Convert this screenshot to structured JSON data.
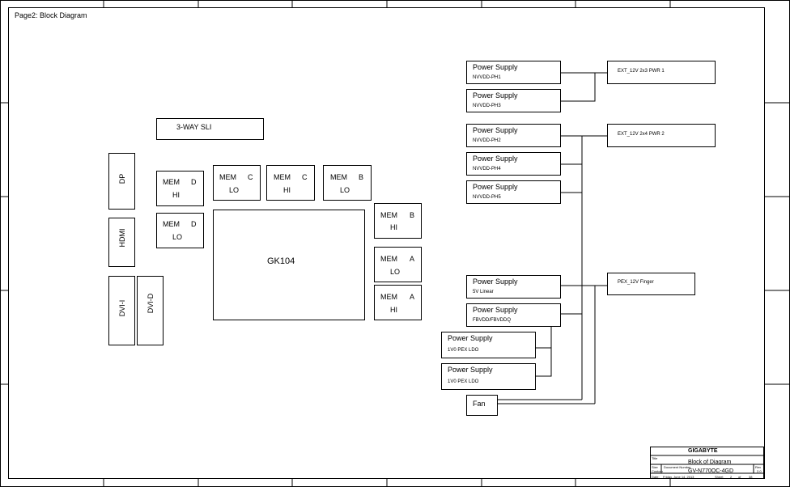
{
  "page_title": "Page2: Block Diagram",
  "gpu": "GK104",
  "sli": "3-WAY SLI",
  "connectors": [
    "DP",
    "HDMI",
    "DVI-I",
    "DVI-D"
  ],
  "memory": [
    {
      "name": "MEM",
      "letter": "D",
      "bank": "HI"
    },
    {
      "name": "MEM",
      "letter": "D",
      "bank": "LO"
    },
    {
      "name": "MEM",
      "letter": "C",
      "bank": "LO"
    },
    {
      "name": "MEM",
      "letter": "C",
      "bank": "HI"
    },
    {
      "name": "MEM",
      "letter": "B",
      "bank": "LO"
    },
    {
      "name": "MEM",
      "letter": "B",
      "bank": "HI"
    },
    {
      "name": "MEM",
      "letter": "A",
      "bank": "LO"
    },
    {
      "name": "MEM",
      "letter": "A",
      "bank": "HI"
    }
  ],
  "power_supplies": [
    {
      "title": "Power Supply",
      "rail": "NVVDD-PH1"
    },
    {
      "title": "Power Supply",
      "rail": "NVVDD-PH3"
    },
    {
      "title": "Power Supply",
      "rail": "NVVDD-PH2"
    },
    {
      "title": "Power Supply",
      "rail": "NVVDD-PH4"
    },
    {
      "title": "Power Supply",
      "rail": "NVVDD-PH5"
    },
    {
      "title": "Power Supply",
      "rail": "5V Linear"
    },
    {
      "title": "Power Supply",
      "rail": "FBVDD/FBVDDQ"
    },
    {
      "title": "Power Supply",
      "rail": "1V0 PEX LDO"
    },
    {
      "title": "Power Supply",
      "rail": "1V0 PEX LDO"
    }
  ],
  "fan": "Fan",
  "power_inputs": [
    "EXT_12V 2x3 PWR 1",
    "EXT_12V 2x4 PWR 2",
    "PEX_12V Finger"
  ],
  "title_block": {
    "company": "GIGABYTE",
    "title_label": "Title",
    "title": "Block of Diagram",
    "size_label": "Size",
    "size": "Custom",
    "doc_label": "Document Number",
    "doc": "GV-N770OC-4GD",
    "rev_label": "Rev",
    "rev": "2.0",
    "date_label": "Date:",
    "date": "Friday, June 14, 2013",
    "sheet_label": "Sheet",
    "sheet": "2",
    "of_label": "of",
    "sheet_total": "38"
  }
}
